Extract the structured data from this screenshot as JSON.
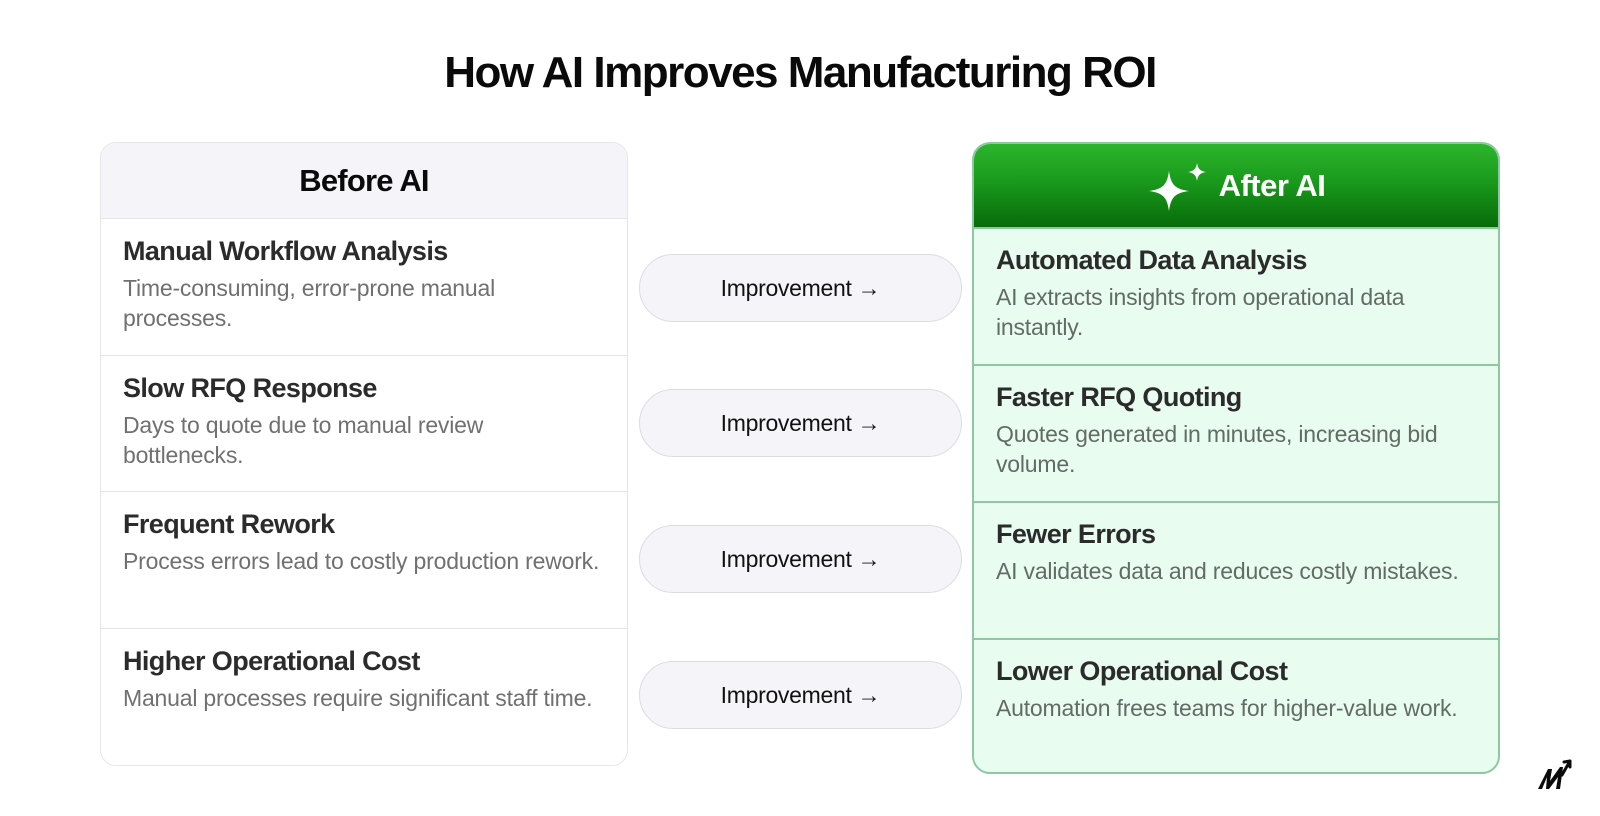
{
  "title": "How AI Improves Manufacturing ROI",
  "before": {
    "header": "Before AI",
    "rows": [
      {
        "title": "Manual Workflow Analysis",
        "desc": "Time-consuming, error-prone manual processes."
      },
      {
        "title": "Slow RFQ Response",
        "desc": "Days to quote due to manual review bottlenecks."
      },
      {
        "title": "Frequent Rework",
        "desc": "Process errors lead to costly production rework."
      },
      {
        "title": "Higher Operational Cost",
        "desc": "Manual processes require significant staff time."
      }
    ]
  },
  "after": {
    "header": "After AI",
    "header_icon": "sparkle-icon",
    "rows": [
      {
        "title": "Automated Data Analysis",
        "desc": "AI extracts insights from operational data instantly."
      },
      {
        "title": "Faster RFQ Quoting",
        "desc": "Quotes generated in minutes, increasing bid volume."
      },
      {
        "title": "Fewer Errors",
        "desc": "AI validates data and reduces costly mistakes."
      },
      {
        "title": "Lower Operational Cost",
        "desc": "Automation frees teams for higher-value work."
      }
    ]
  },
  "connectors": [
    {
      "label": "Improvement →"
    },
    {
      "label": "Improvement →"
    },
    {
      "label": "Improvement →"
    },
    {
      "label": "Improvement →"
    }
  ],
  "colors": {
    "after_header_top": "#2db52d",
    "after_header_bottom": "#086b0a",
    "after_body": "#e8fcf0",
    "after_border": "#8cc9a3",
    "before_header": "#f5f5f9",
    "pill_bg": "#f5f5f9"
  },
  "logo": "brand-logo-icon"
}
